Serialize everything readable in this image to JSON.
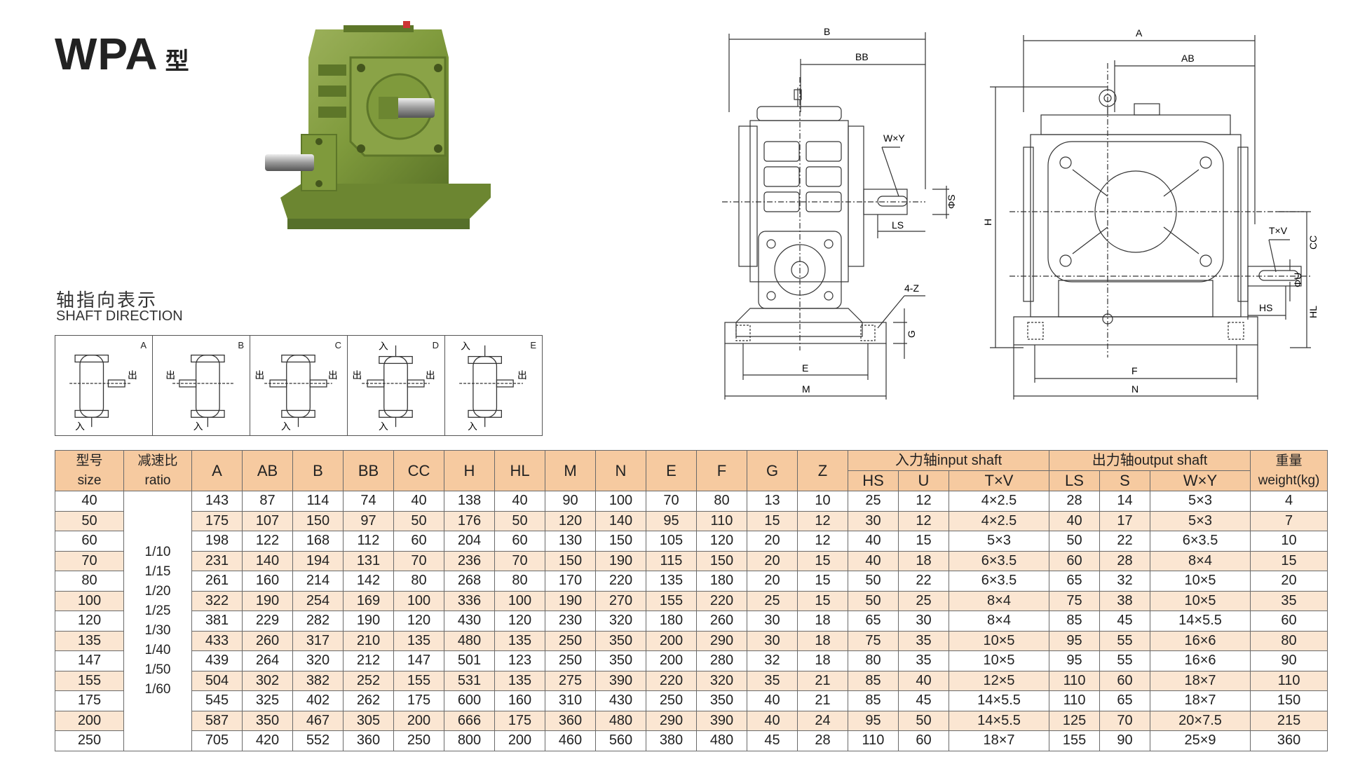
{
  "header": {
    "title": "WPA",
    "title_suffix": "型"
  },
  "shaft_direction": {
    "title_cn": "轴指向表示",
    "title_en": "SHAFT DIRECTION",
    "in_label": "入",
    "out_label": "出",
    "cells": [
      {
        "letter": "A"
      },
      {
        "letter": "B"
      },
      {
        "letter": "C"
      },
      {
        "letter": "D"
      },
      {
        "letter": "E"
      }
    ]
  },
  "drawing_side": {
    "labels": {
      "B": "B",
      "BB": "BB",
      "WxY": "W×Y",
      "S": "ΦS",
      "LS": "LS",
      "Z": "4-Z",
      "G": "G",
      "E": "E",
      "M": "M"
    }
  },
  "drawing_front": {
    "labels": {
      "A": "A",
      "AB": "AB",
      "H": "H",
      "TxV": "T×V",
      "U": "ΦU",
      "CC": "CC",
      "HS": "HS",
      "HL": "HL",
      "F": "F",
      "N": "N"
    }
  },
  "table": {
    "size_cn": "型号",
    "size_en": "size",
    "ratio_cn": "减速比",
    "ratio_en": "ratio",
    "weight_cn": "重量",
    "weight_en": "weight(kg)",
    "input_group": "入力轴input shaft",
    "output_group": "出力轴output shaft",
    "dim_headers": [
      "A",
      "AB",
      "B",
      "BB",
      "CC",
      "H",
      "HL",
      "M",
      "N",
      "E",
      "F",
      "G",
      "Z"
    ],
    "input_headers": [
      "HS",
      "U",
      "T×V"
    ],
    "output_headers": [
      "LS",
      "S",
      "W×Y"
    ],
    "ratios": [
      "1/10",
      "1/15",
      "1/20",
      "1/25",
      "1/30",
      "1/40",
      "1/50",
      "1/60"
    ],
    "rows": [
      {
        "size": "40",
        "dims": [
          "143",
          "87",
          "114",
          "74",
          "40",
          "138",
          "40",
          "90",
          "100",
          "70",
          "80",
          "13",
          "10"
        ],
        "input": [
          "25",
          "12",
          "4×2.5"
        ],
        "output": [
          "28",
          "14",
          "5×3"
        ],
        "weight": "4"
      },
      {
        "size": "50",
        "dims": [
          "175",
          "107",
          "150",
          "97",
          "50",
          "176",
          "50",
          "120",
          "140",
          "95",
          "110",
          "15",
          "12"
        ],
        "input": [
          "30",
          "12",
          "4×2.5"
        ],
        "output": [
          "40",
          "17",
          "5×3"
        ],
        "weight": "7"
      },
      {
        "size": "60",
        "dims": [
          "198",
          "122",
          "168",
          "112",
          "60",
          "204",
          "60",
          "130",
          "150",
          "105",
          "120",
          "20",
          "12"
        ],
        "input": [
          "40",
          "15",
          "5×3"
        ],
        "output": [
          "50",
          "22",
          "6×3.5"
        ],
        "weight": "10"
      },
      {
        "size": "70",
        "dims": [
          "231",
          "140",
          "194",
          "131",
          "70",
          "236",
          "70",
          "150",
          "190",
          "115",
          "150",
          "20",
          "15"
        ],
        "input": [
          "40",
          "18",
          "6×3.5"
        ],
        "output": [
          "60",
          "28",
          "8×4"
        ],
        "weight": "15"
      },
      {
        "size": "80",
        "dims": [
          "261",
          "160",
          "214",
          "142",
          "80",
          "268",
          "80",
          "170",
          "220",
          "135",
          "180",
          "20",
          "15"
        ],
        "input": [
          "50",
          "22",
          "6×3.5"
        ],
        "output": [
          "65",
          "32",
          "10×5"
        ],
        "weight": "20"
      },
      {
        "size": "100",
        "dims": [
          "322",
          "190",
          "254",
          "169",
          "100",
          "336",
          "100",
          "190",
          "270",
          "155",
          "220",
          "25",
          "15"
        ],
        "input": [
          "50",
          "25",
          "8×4"
        ],
        "output": [
          "75",
          "38",
          "10×5"
        ],
        "weight": "35"
      },
      {
        "size": "120",
        "dims": [
          "381",
          "229",
          "282",
          "190",
          "120",
          "430",
          "120",
          "230",
          "320",
          "180",
          "260",
          "30",
          "18"
        ],
        "input": [
          "65",
          "30",
          "8×4"
        ],
        "output": [
          "85",
          "45",
          "14×5.5"
        ],
        "weight": "60"
      },
      {
        "size": "135",
        "dims": [
          "433",
          "260",
          "317",
          "210",
          "135",
          "480",
          "135",
          "250",
          "350",
          "200",
          "290",
          "30",
          "18"
        ],
        "input": [
          "75",
          "35",
          "10×5"
        ],
        "output": [
          "95",
          "55",
          "16×6"
        ],
        "weight": "80"
      },
      {
        "size": "147",
        "dims": [
          "439",
          "264",
          "320",
          "212",
          "147",
          "501",
          "123",
          "250",
          "350",
          "200",
          "280",
          "32",
          "18"
        ],
        "input": [
          "80",
          "35",
          "10×5"
        ],
        "output": [
          "95",
          "55",
          "16×6"
        ],
        "weight": "90"
      },
      {
        "size": "155",
        "dims": [
          "504",
          "302",
          "382",
          "252",
          "155",
          "531",
          "135",
          "275",
          "390",
          "220",
          "320",
          "35",
          "21"
        ],
        "input": [
          "85",
          "40",
          "12×5"
        ],
        "output": [
          "110",
          "60",
          "18×7"
        ],
        "weight": "110"
      },
      {
        "size": "175",
        "dims": [
          "545",
          "325",
          "402",
          "262",
          "175",
          "600",
          "160",
          "310",
          "430",
          "250",
          "350",
          "40",
          "21"
        ],
        "input": [
          "85",
          "45",
          "14×5.5"
        ],
        "output": [
          "110",
          "65",
          "18×7"
        ],
        "weight": "150"
      },
      {
        "size": "200",
        "dims": [
          "587",
          "350",
          "467",
          "305",
          "200",
          "666",
          "175",
          "360",
          "480",
          "290",
          "390",
          "40",
          "24"
        ],
        "input": [
          "95",
          "50",
          "14×5.5"
        ],
        "output": [
          "125",
          "70",
          "20×7.5"
        ],
        "weight": "215"
      },
      {
        "size": "250",
        "dims": [
          "705",
          "420",
          "552",
          "360",
          "250",
          "800",
          "200",
          "460",
          "560",
          "380",
          "480",
          "45",
          "28"
        ],
        "input": [
          "110",
          "60",
          "18×7"
        ],
        "output": [
          "155",
          "90",
          "25×9"
        ],
        "weight": "360"
      }
    ]
  }
}
